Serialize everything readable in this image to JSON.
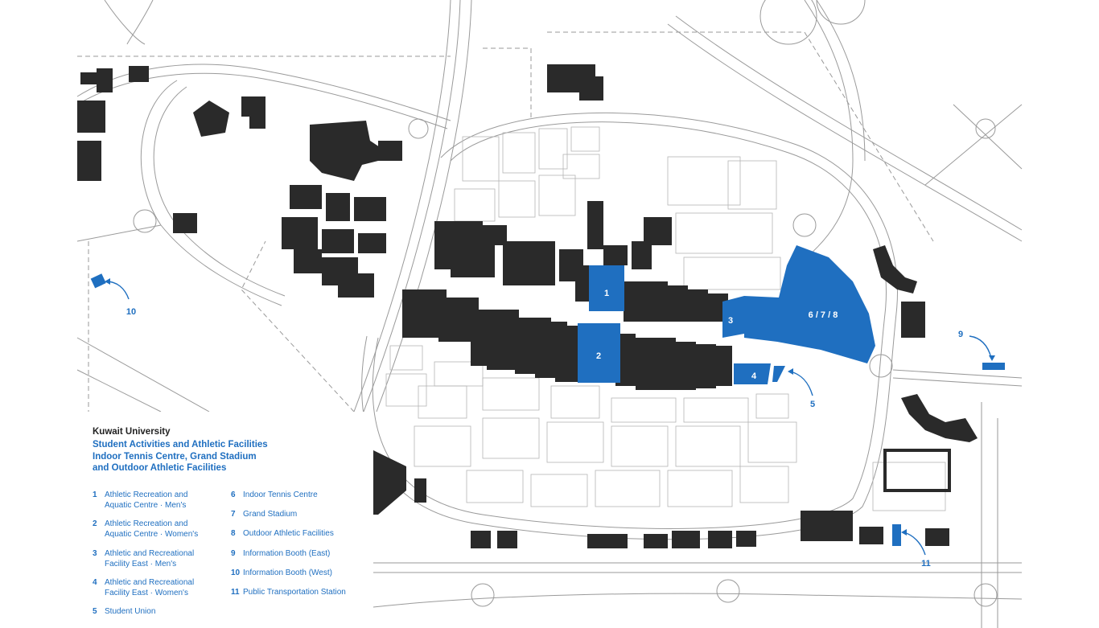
{
  "legend": {
    "title": "Kuwait University",
    "subtitle_lines": [
      "Student Activities and Athletic Facilities",
      "Indoor Tennis Centre, Grand Stadium",
      "and Outdoor Athletic Facilities"
    ],
    "items": [
      {
        "num": "1",
        "lines": [
          "Athletic Recreation and",
          "Aquatic Centre · Men's"
        ]
      },
      {
        "num": "2",
        "lines": [
          "Athletic Recreation and",
          "Aquatic Centre · Women's"
        ]
      },
      {
        "num": "3",
        "lines": [
          "Athletic and Recreational",
          "Facility East · Men's"
        ]
      },
      {
        "num": "4",
        "lines": [
          "Athletic and Recreational",
          "Facility East · Women's"
        ]
      },
      {
        "num": "5",
        "lines": [
          "Student Union"
        ]
      },
      {
        "num": "6",
        "lines": [
          "Indoor Tennis Centre"
        ]
      },
      {
        "num": "7",
        "lines": [
          "Grand Stadium"
        ]
      },
      {
        "num": "8",
        "lines": [
          "Outdoor Athletic Facilities"
        ]
      },
      {
        "num": "9",
        "lines": [
          "Information Booth (East)"
        ]
      },
      {
        "num": "10",
        "lines": [
          "Information Booth (West)"
        ]
      },
      {
        "num": "11",
        "lines": [
          "Public Transportation Station"
        ]
      }
    ]
  },
  "map_labels": {
    "l1": "1",
    "l2": "2",
    "l3": "3",
    "l4": "4",
    "l5": "5",
    "l678": "6 / 7 / 8",
    "l9": "9",
    "l10": "10",
    "l11": "11"
  },
  "colors": {
    "highlight": "#1f6fc0",
    "building": "#2a2a2a",
    "road_line": "#9a9a9a",
    "label_text": "#1f6fc0",
    "background": "#ffffff"
  }
}
